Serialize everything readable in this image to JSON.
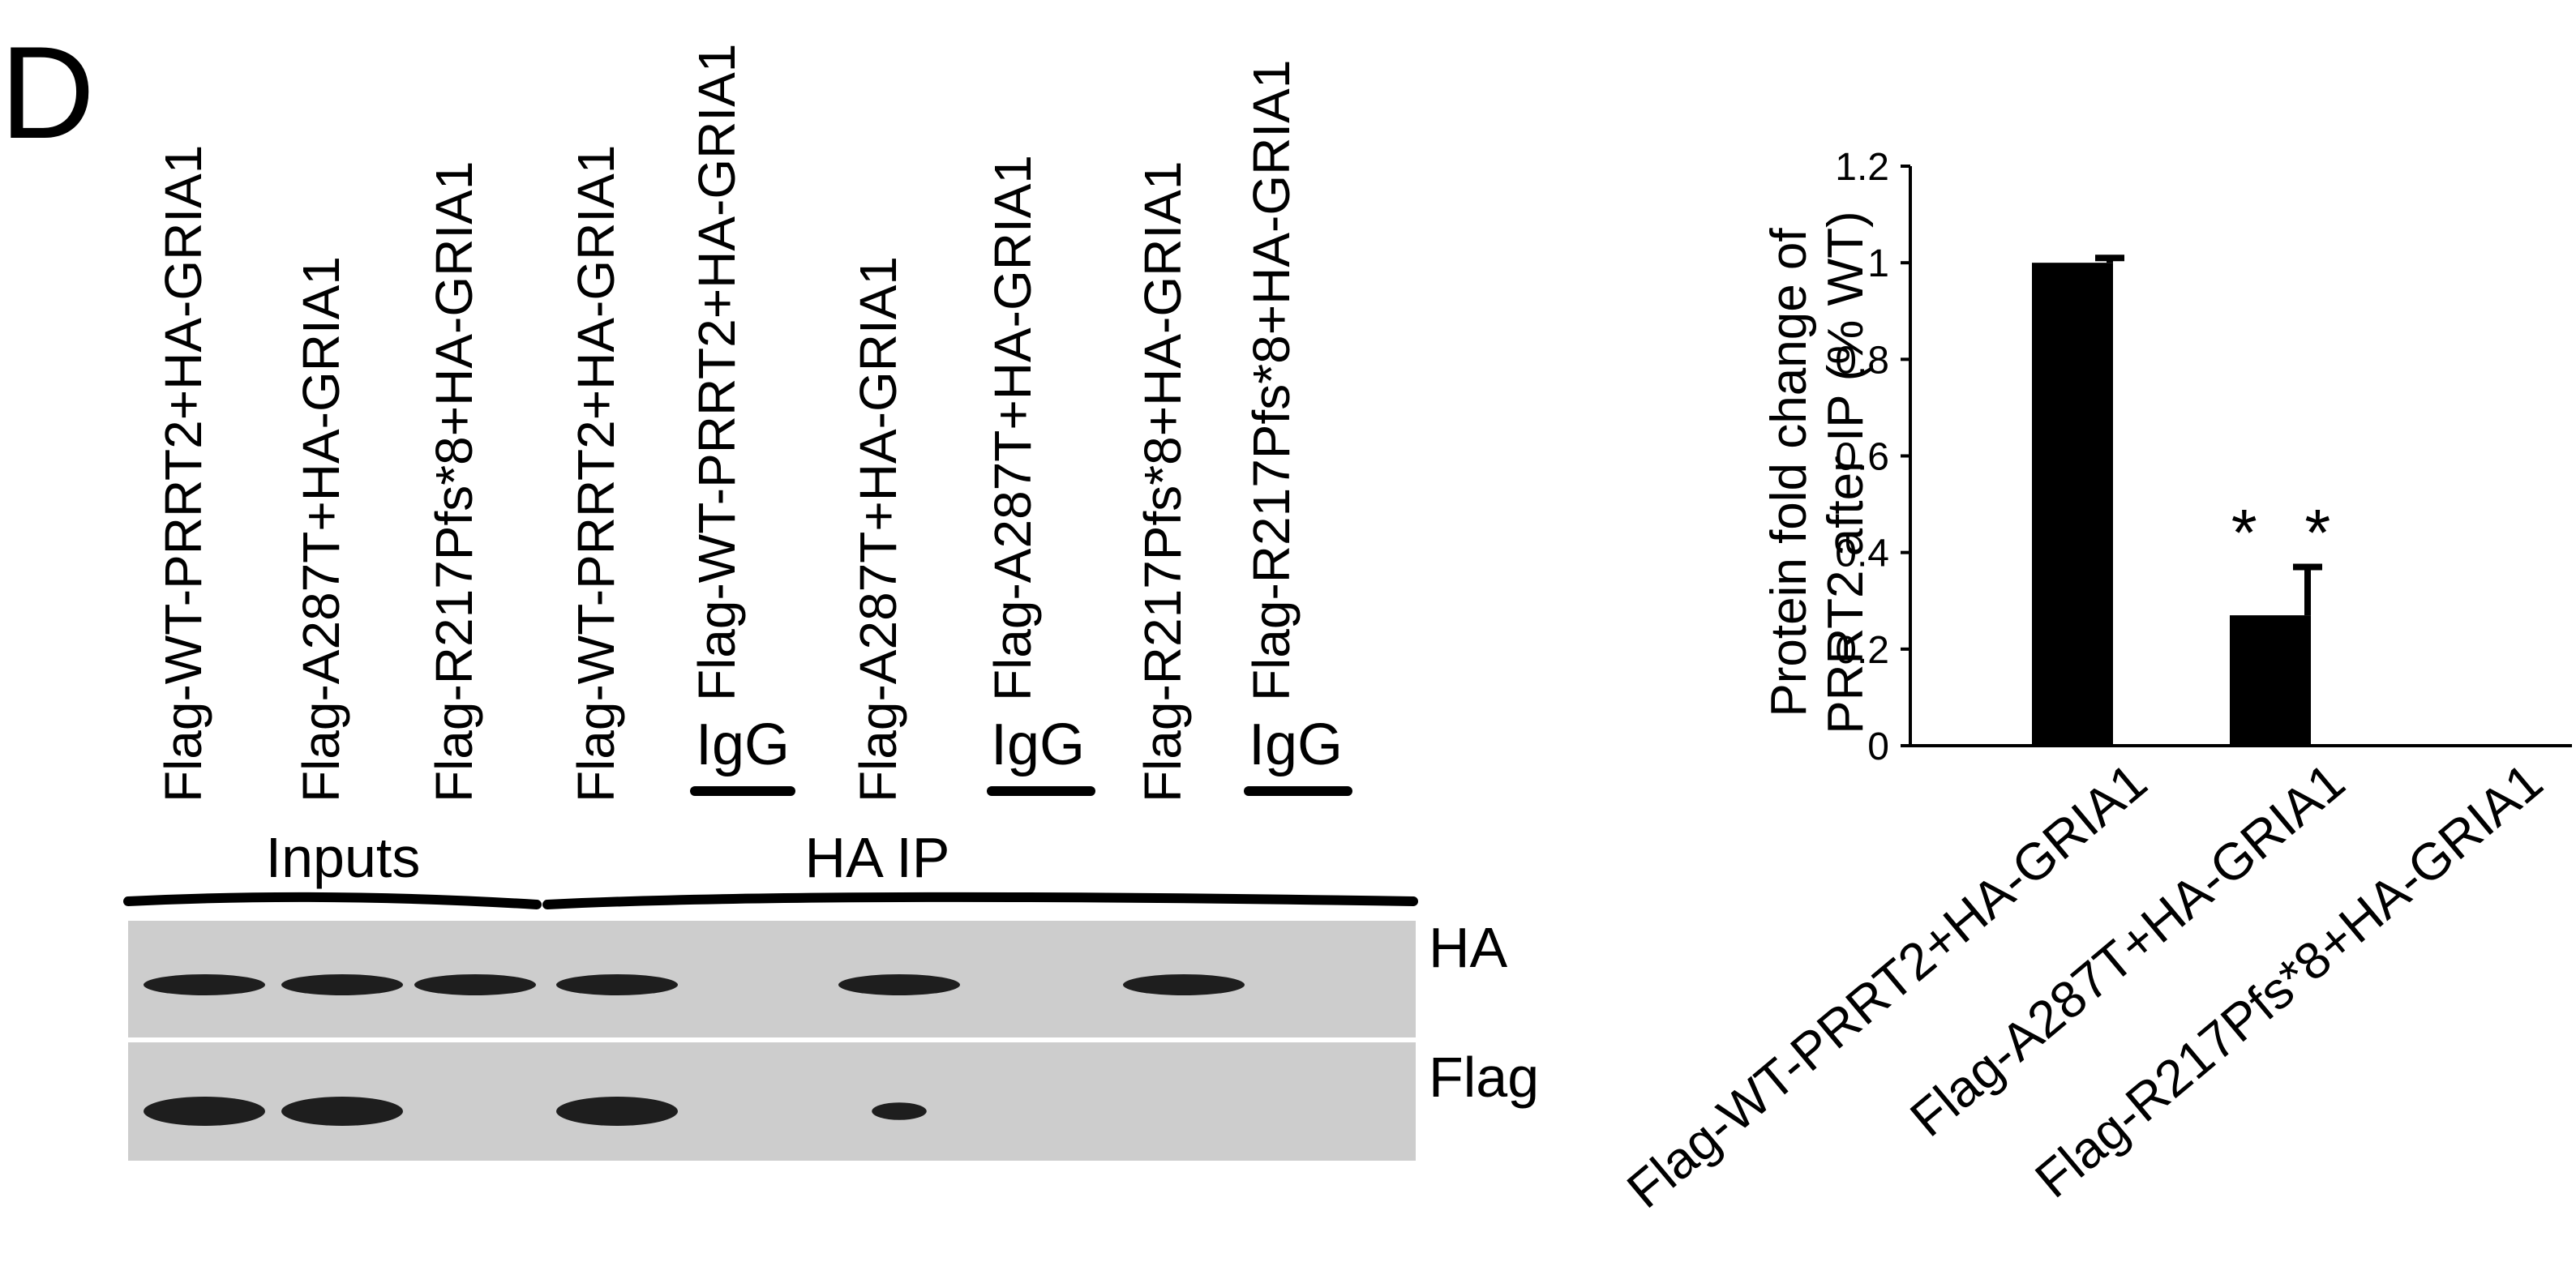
{
  "figure": {
    "panel_label": "D",
    "lanes": [
      "Flag-WT-PRRT2+HA-GRIA1",
      "Flag-A287T+HA-GRIA1",
      "Flag-R217Pfs*8+HA-GRIA1",
      "Flag-WT-PRRT2+HA-GRIA1",
      "Flag-WT-PRRT2+HA-GRIA1",
      "Flag-A287T+HA-GRIA1",
      "Flag-A287T+HA-GRIA1",
      "Flag-R217Pfs*8+HA-GRIA1",
      "Flag-R217Pfs*8+HA-GRIA1"
    ],
    "igg_label": "IgG",
    "groups": {
      "inputs": "Inputs",
      "ip": "HA IP"
    },
    "blots": [
      {
        "label": "HA",
        "band_intensity": [
          1,
          1,
          1,
          1,
          0,
          1,
          0,
          1,
          0
        ]
      },
      {
        "label": "Flag",
        "band_intensity": [
          1,
          1,
          0,
          1,
          0,
          0.45,
          0,
          0,
          0
        ]
      }
    ]
  },
  "chart_data": {
    "type": "bar",
    "categories": [
      "Flag-WT-PRRT2+HA-GRIA1",
      "Flag-A287T+HA-GRIA1",
      "Flag-R217Pfs*8+HA-GRIA1"
    ],
    "values": [
      1.0,
      0.27,
      0
    ],
    "errors": [
      0.01,
      0.1,
      0
    ],
    "significance": [
      "",
      "* *",
      ""
    ],
    "ylabel_line1": "Protein fold change of",
    "ylabel_line2": "PRRT2 after IP (% WT)",
    "ylim": [
      0,
      1.2
    ],
    "yticks": [
      0,
      0.2,
      0.4,
      0.6,
      0.8,
      1,
      1.2
    ],
    "ytick_labels": [
      "0",
      "0.2",
      "0.4",
      "0.6",
      "0.8",
      "1",
      "1.2"
    ],
    "grid": false,
    "bar_color": "#000000"
  }
}
